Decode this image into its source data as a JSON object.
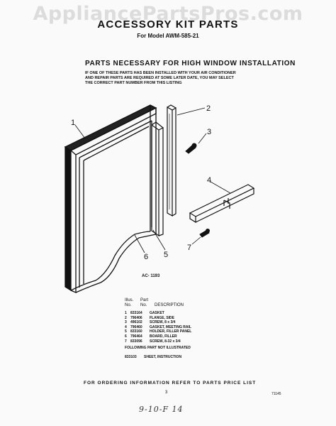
{
  "watermark": "AppliancePartsPros.com",
  "header": {
    "title": "ACCESSORY KIT PARTS",
    "model": "For Model AWM-585-21"
  },
  "section_title": "PARTS NECESSARY FOR HIGH WINDOW INSTALLATION",
  "notice_lines": [
    "IF ONE OF THESE PARTS HAS BEEN INSTALLED WITH YOUR AIR CONDITIONER",
    "AND REPAIR PARTS ARE REQUIRED AT SOME LATER DATE, YOU MAY SELECT",
    "THE CORRECT PART NUMBER FROM THIS LISTING"
  ],
  "diagram": {
    "callouts": [
      "1",
      "2",
      "3",
      "4",
      "5",
      "6",
      "7"
    ],
    "figure_label": "AC- 1193"
  },
  "parts_table": {
    "header_line1": [
      "Illus.",
      "Part"
    ],
    "header_line2": [
      "No.",
      "No.",
      "DESCRIPTION"
    ],
    "rows": [
      {
        "illus": "1",
        "part": "833164",
        "desc": "GASKET"
      },
      {
        "illus": "2",
        "part": "796406",
        "desc": "FLANGE, SIDE"
      },
      {
        "illus": "3",
        "part": "496102",
        "desc": "SCREW, 8 x 3/4"
      },
      {
        "illus": "4",
        "part": "796460",
        "desc": "GASKET, MEETING RAIL"
      },
      {
        "illus": "5",
        "part": "833160",
        "desc": "HOLDER, FILLER PANEL"
      },
      {
        "illus": "6",
        "part": "796464",
        "desc": "BOARD, FILLER"
      },
      {
        "illus": "7",
        "part": "833096",
        "desc": "SCREW, 8-32 x 3/4"
      }
    ],
    "following_note": "FOLLOWING PART NOT ILLUSTRATED",
    "extra": {
      "part": "833103",
      "desc": "SHEET, INSTRUCTION"
    }
  },
  "footer": {
    "order_note": "FOR ORDERING INFORMATION REFER TO PARTS PRICE LIST",
    "page_number": "3",
    "code": "71145",
    "handwritten": "9-10-F 14"
  }
}
